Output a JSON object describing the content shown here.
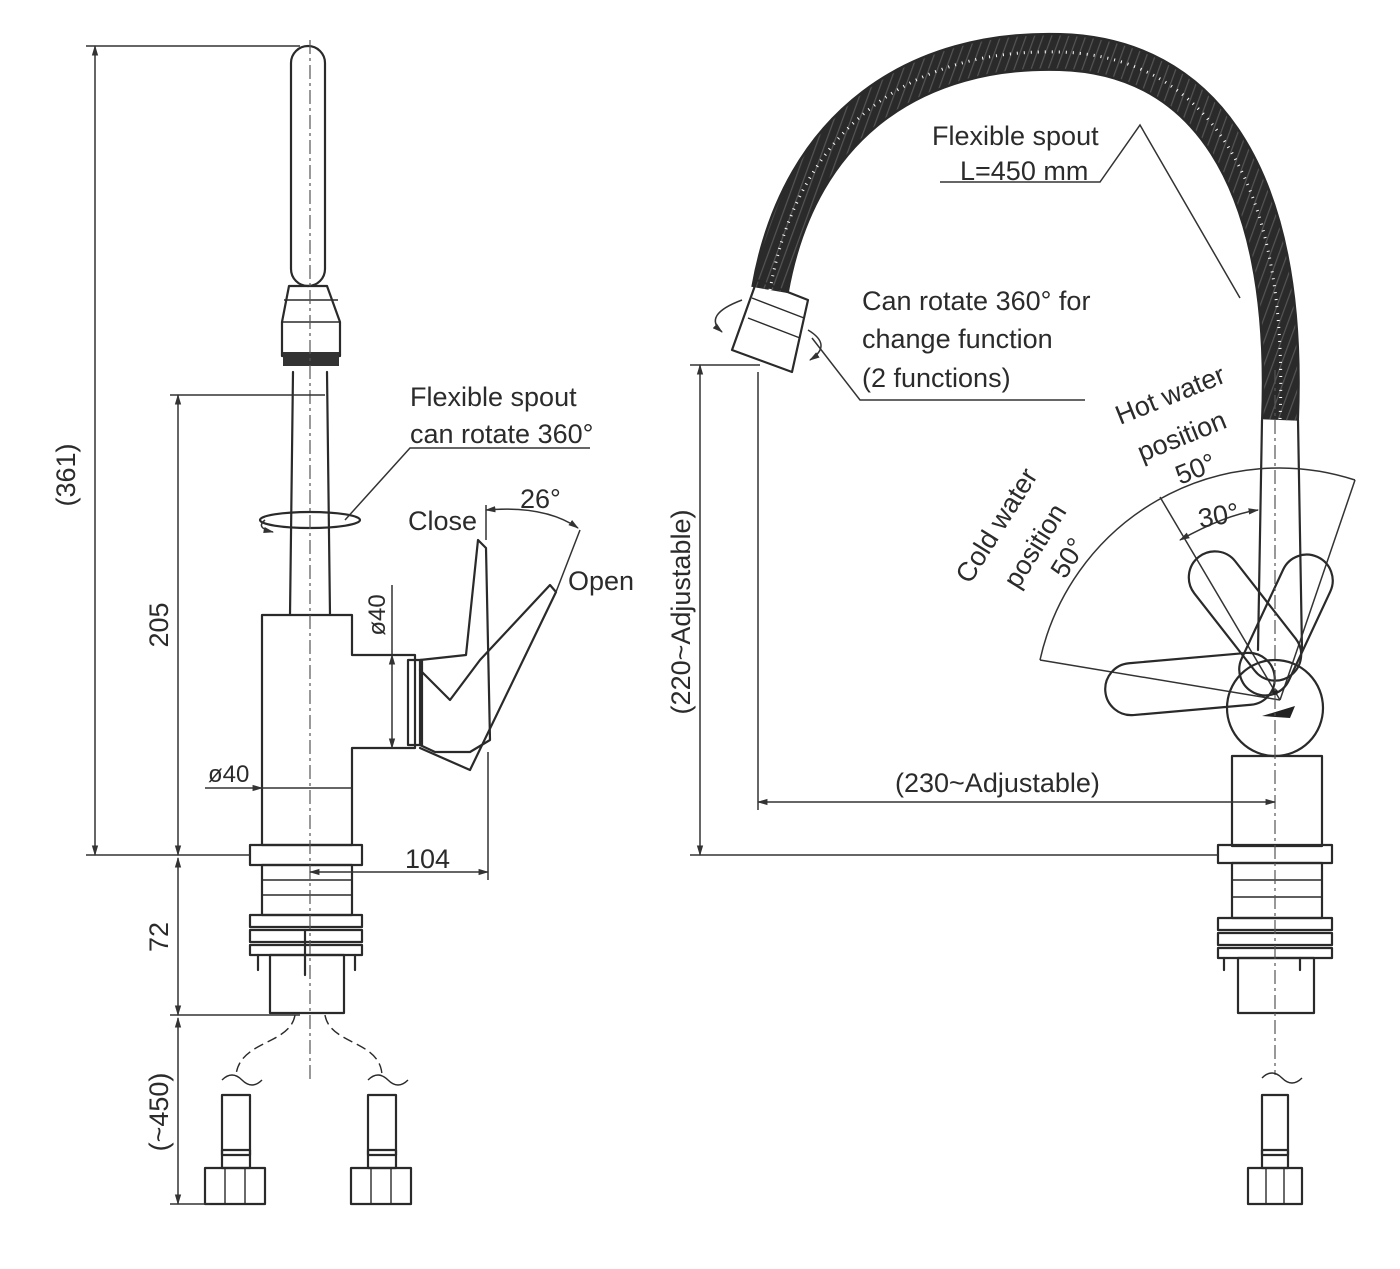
{
  "left_view": {
    "dim_overall_height": "(361)",
    "dim_spout_height": "205",
    "dim_base_height": "72",
    "dim_hose_length": "(~450)",
    "dim_body_diameter": "ø40",
    "dim_handle_diameter": "ø40",
    "dim_reach": "104",
    "label_spout_line1": "Flexible spout",
    "label_spout_line2": "can rotate 360°",
    "label_close": "Close",
    "label_open": "Open",
    "angle_handle": "26°"
  },
  "right_view": {
    "label_flex_line1": "Flexible spout",
    "label_flex_line2": "L=450 mm",
    "label_rotate_line1": "Can rotate 360° for",
    "label_rotate_line2": "change function",
    "label_rotate_line3": "(2 functions)",
    "label_hot_line1": "Hot water",
    "label_hot_line2": "position",
    "angle_hot": "50°",
    "angle_mid": "30°",
    "label_cold_line1": "Cold water",
    "label_cold_line2": "position",
    "angle_cold": "50°",
    "dim_height_adjustable": "(220~Adjustable)",
    "dim_reach_adjustable": "(230~Adjustable)"
  }
}
